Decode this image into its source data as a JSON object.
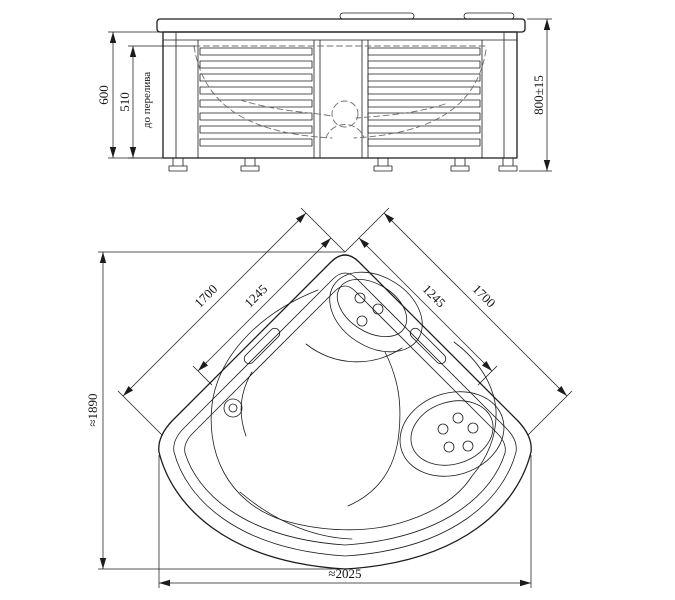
{
  "colors": {
    "line": "#1c1c1c",
    "dashed": "#707070",
    "background": "#ffffff"
  },
  "elevation": {
    "dim_rim_height": "600",
    "dim_overflow_height": "510",
    "overflow_label": "до перелива",
    "dim_total_height": "800±15"
  },
  "plan": {
    "dim_side_left": "1700",
    "dim_seat_left": "1245",
    "dim_seat_right": "1245",
    "dim_side_right": "1700",
    "dim_overall_height": "≈1890",
    "dim_overall_width": "≈2025"
  }
}
